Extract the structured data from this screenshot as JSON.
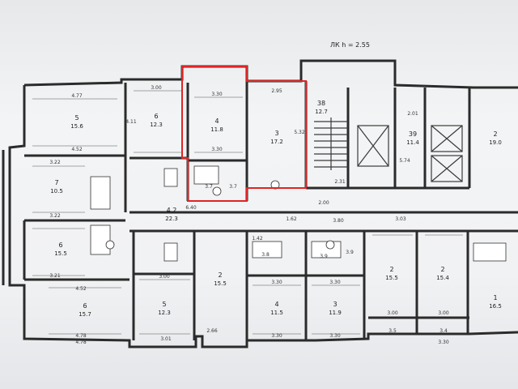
{
  "header": {
    "level_label": "ЛК h = 2.55"
  },
  "rooms": [
    {
      "id": "r5",
      "num": "5",
      "area": "15.6"
    },
    {
      "id": "r6",
      "num": "6",
      "area": "12.3"
    },
    {
      "id": "r4a",
      "num": "4",
      "area": "11.8"
    },
    {
      "id": "r3a",
      "num": "3",
      "area": "17.2"
    },
    {
      "id": "r7",
      "num": "7",
      "area": "10.5"
    },
    {
      "id": "r6b",
      "num": "6",
      "area": "15.5"
    },
    {
      "id": "r6c",
      "num": "6",
      "area": "15.7"
    },
    {
      "id": "r5b",
      "num": "5",
      "area": "12.3"
    },
    {
      "id": "r2b",
      "num": "2",
      "area": "15.5"
    },
    {
      "id": "r4b",
      "num": "4",
      "area": "11.5"
    },
    {
      "id": "r3b",
      "num": "3",
      "area": "11.9"
    },
    {
      "id": "r2c",
      "num": "2",
      "area": "15.5"
    },
    {
      "id": "r2d",
      "num": "2",
      "area": "15.4"
    },
    {
      "id": "r1",
      "num": "1",
      "area": "16.5"
    },
    {
      "id": "r2e",
      "num": "2",
      "area": "19.0"
    },
    {
      "id": "r38",
      "num": "38",
      "area": "12.7"
    },
    {
      "id": "r39",
      "num": "39",
      "area": "11.4"
    },
    {
      "id": "hall",
      "num": "4.2",
      "area": "22.3"
    }
  ],
  "small_labels": [
    {
      "id": "s1",
      "text": "3.7"
    },
    {
      "id": "s2",
      "text": "3.7"
    },
    {
      "id": "s3",
      "text": "3.5"
    },
    {
      "id": "s4",
      "text": "3.4"
    },
    {
      "id": "s5",
      "text": "3.9"
    },
    {
      "id": "s6",
      "text": "3.8"
    },
    {
      "id": "s7",
      "text": "3.9"
    }
  ],
  "dimensions": [
    {
      "id": "d1",
      "text": "4.77"
    },
    {
      "id": "d2",
      "text": "3.00"
    },
    {
      "id": "d3",
      "text": "3.30"
    },
    {
      "id": "d4",
      "text": "2.95"
    },
    {
      "id": "d5",
      "text": "4.52"
    },
    {
      "id": "d6",
      "text": "3.22"
    },
    {
      "id": "d7",
      "text": "3.22"
    },
    {
      "id": "d8",
      "text": "3.21"
    },
    {
      "id": "d9",
      "text": "4.52"
    },
    {
      "id": "d10",
      "text": "4.78"
    },
    {
      "id": "d11",
      "text": "3.00"
    },
    {
      "id": "d12",
      "text": "3.30"
    },
    {
      "id": "d13",
      "text": "6.40"
    },
    {
      "id": "d14",
      "text": "3.80"
    },
    {
      "id": "d15",
      "text": "3.03"
    },
    {
      "id": "d16",
      "text": "3.30"
    },
    {
      "id": "d17",
      "text": "3.30"
    },
    {
      "id": "d18",
      "text": "3.00"
    },
    {
      "id": "d19",
      "text": "3.00"
    },
    {
      "id": "d20",
      "text": "3.01"
    },
    {
      "id": "d21",
      "text": "3.30"
    },
    {
      "id": "d22",
      "text": "3.30"
    },
    {
      "id": "d23",
      "text": "2.01"
    },
    {
      "id": "d24",
      "text": "2.31"
    },
    {
      "id": "d25",
      "text": "2.00"
    },
    {
      "id": "d26",
      "text": "5.74"
    },
    {
      "id": "d27",
      "text": "5.32"
    },
    {
      "id": "d28",
      "text": "4.78"
    },
    {
      "id": "d29",
      "text": "3.30"
    },
    {
      "id": "d30",
      "text": "2.66"
    },
    {
      "id": "d31",
      "text": "1.42"
    },
    {
      "id": "d32",
      "text": "1.62"
    },
    {
      "id": "d33",
      "text": "4.11"
    }
  ],
  "highlight": {
    "color": "#e02424"
  }
}
